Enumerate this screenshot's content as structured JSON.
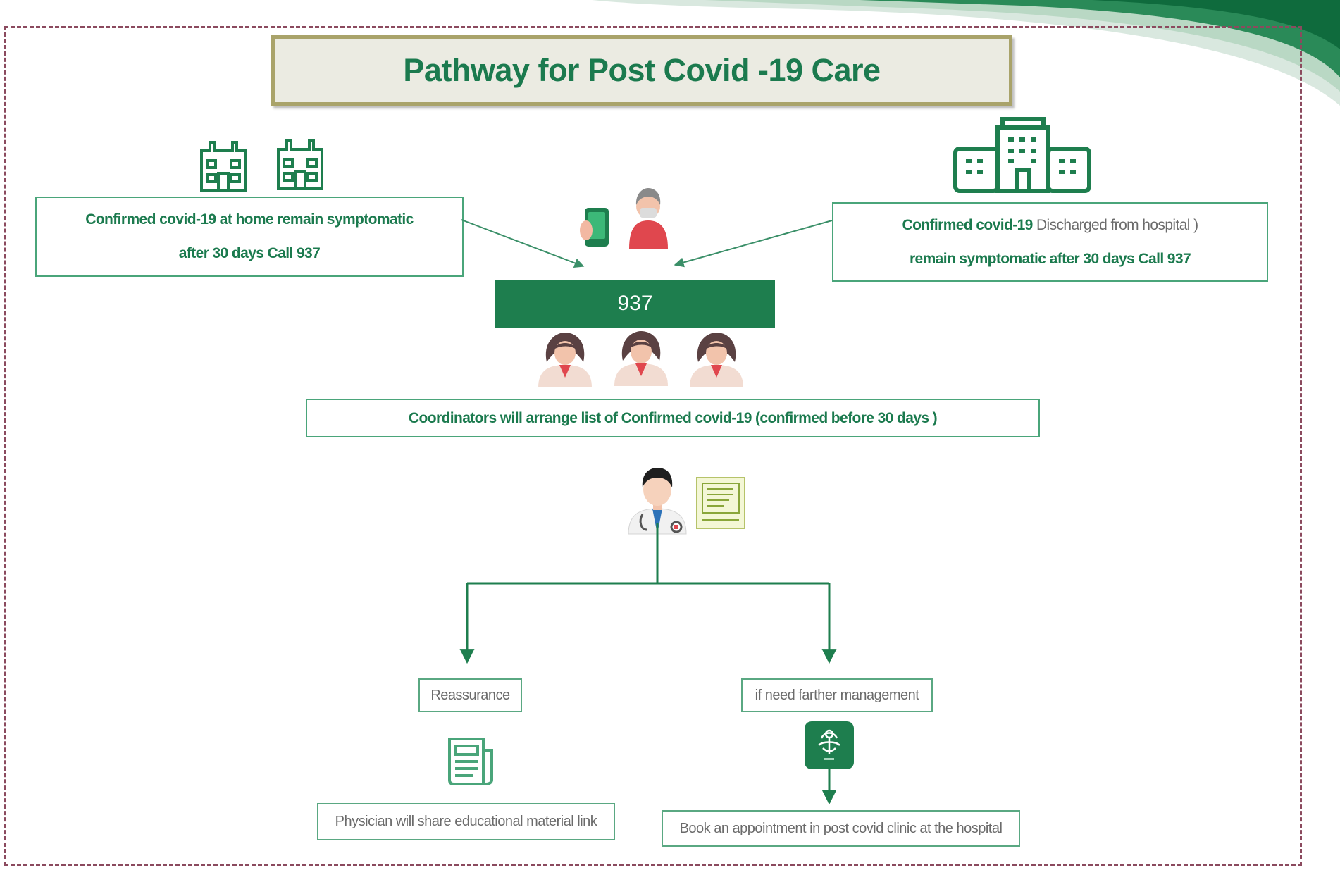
{
  "title": "Pathway for Post Covid -19 Care",
  "left_box": {
    "line1": "Confirmed covid-19 at home remain  symptomatic",
    "line2": "after 30 days Call 937"
  },
  "right_box": {
    "line1_bold": "Confirmed covid-19",
    "line1_rest": " Discharged from hospital )",
    "line2": "remain  symptomatic  after 30 days Call 937"
  },
  "hotline": "937",
  "coordinators": "Coordinators will arrange list  of Confirmed covid-19 (confirmed before 30 days )",
  "branches": {
    "left_label": "Reassurance",
    "right_label": "if need farther management",
    "left_outcome": "Physician  will share educational material link",
    "right_outcome": "Book an appointment  in post covid clinic at the hospital"
  },
  "colors": {
    "primary_green": "#1e7e4e",
    "box_border": "#4aa57a",
    "frame_dashed": "#8b4a5e",
    "title_border": "#a9a36a"
  },
  "icons": [
    "home-building-icon",
    "hospital-building-icon",
    "patient-phone-icon",
    "operator-icon",
    "doctor-icon",
    "medical-record-icon",
    "document-icon",
    "app-logo-icon"
  ]
}
